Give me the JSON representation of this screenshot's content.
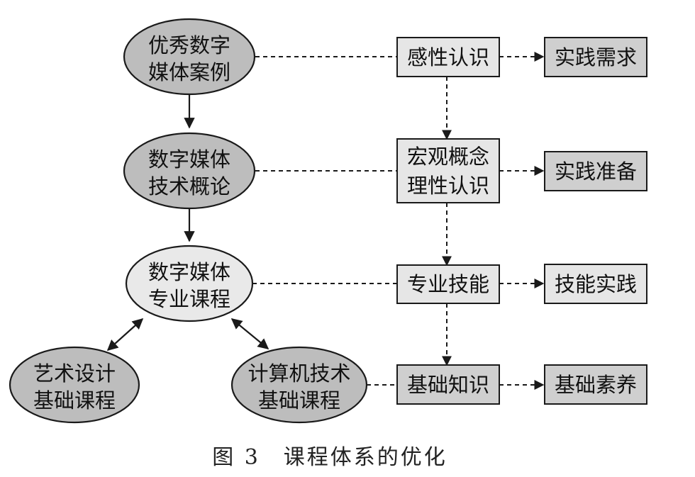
{
  "colors": {
    "ellipse_dark": "#bdbdbd",
    "ellipse_light": "#e9e9e9",
    "box_light": "#e6e6e6",
    "box_dark": "#cfcfcf",
    "stroke": "#1a1a1a"
  },
  "ellipses": {
    "excellent_cases": [
      "优秀数字",
      "媒体案例"
    ],
    "tech_intro": [
      "数字媒体",
      "技术概论"
    ],
    "major_courses": [
      "数字媒体",
      "专业课程"
    ],
    "art_design": [
      "艺术设计",
      "基础课程"
    ],
    "computer_tech": [
      "计算机技术",
      "基础课程"
    ]
  },
  "mid_boxes": {
    "perceptual": [
      "感性认识"
    ],
    "rational": [
      "宏观概念",
      "理性认识"
    ],
    "skills": [
      "专业技能"
    ],
    "basic_knowledge": [
      "基础知识"
    ]
  },
  "right_boxes": {
    "practice_demand": "实践需求",
    "practice_prep": "实践准备",
    "skill_practice": "技能实践",
    "basic_quality": "基础素养"
  },
  "caption": "图 3　课程体系的优化"
}
